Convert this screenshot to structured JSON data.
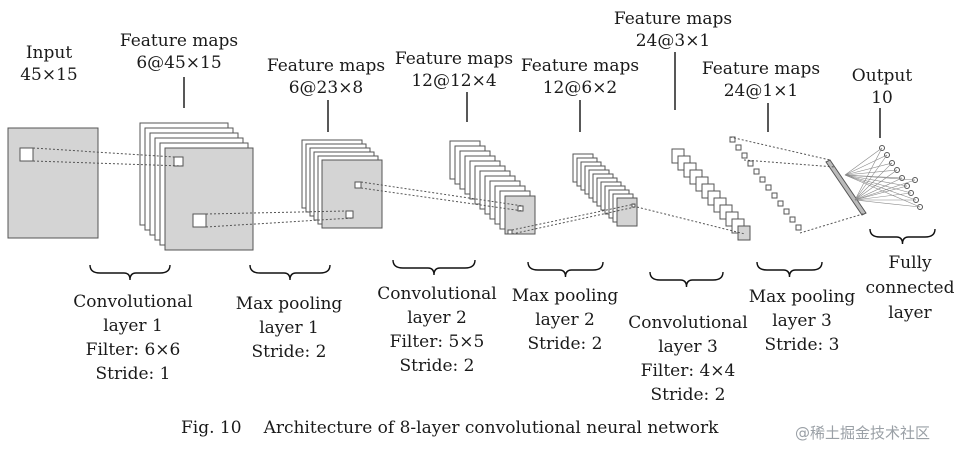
{
  "top_labels": {
    "input": {
      "l1": "Input",
      "l2": "45×15"
    },
    "fm1": {
      "l1": "Feature maps",
      "l2": "6@45×15"
    },
    "fm2": {
      "l1": "Feature maps",
      "l2": "6@23×8"
    },
    "fm3": {
      "l1": "Feature maps",
      "l2": "12@12×4"
    },
    "fm4": {
      "l1": "Feature maps",
      "l2": "12@6×2"
    },
    "fm5": {
      "l1": "Feature maps",
      "l2": "24@3×1"
    },
    "fm6": {
      "l1": "Feature maps",
      "l2": "24@1×1"
    },
    "output": {
      "l1": "Output",
      "l2": "10"
    }
  },
  "bottom_labels": {
    "conv1": [
      "Convolutional",
      "layer 1",
      "Filter: 6×6",
      "Stride: 1"
    ],
    "pool1": [
      "Max pooling",
      "layer 1",
      "Stride: 2"
    ],
    "conv2": [
      "Convolutional",
      "layer 2",
      "Filter: 5×5",
      "Stride: 2"
    ],
    "pool2": [
      "Max pooling",
      "layer 2",
      "Stride: 2"
    ],
    "conv3": [
      "Convolutional",
      "layer 3",
      "Filter: 4×4",
      "Stride: 2"
    ],
    "pool3": [
      "Max pooling",
      "layer 3",
      "Stride: 3"
    ],
    "fc": [
      "Fully",
      "connected",
      "layer"
    ]
  },
  "caption": {
    "fig": "Fig. 10",
    "text": "Architecture of 8-layer convolutional neural network"
  },
  "watermark": "@稀土掘金技术社区",
  "colors": {
    "map_fill": "#d4d4d4",
    "map_stroke": "#555555",
    "sheet_fill": "#ffffff",
    "line": "#333333"
  }
}
